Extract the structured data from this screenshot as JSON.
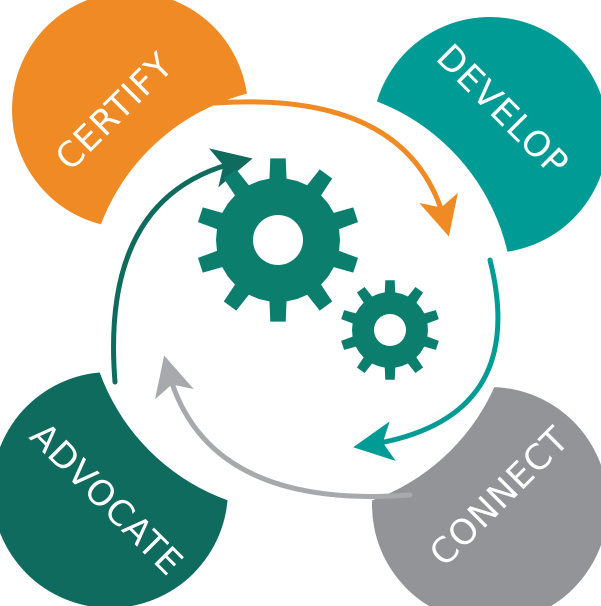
{
  "petals": {
    "certify": {
      "label": "CERTIFY",
      "color": "#F08A24"
    },
    "develop": {
      "label": "DEVELOP",
      "color": "#009B94"
    },
    "connect": {
      "label": "CONNECT",
      "color": "#929497"
    },
    "advocate": {
      "label": "ADVOCATE",
      "color": "#0F6B5E"
    }
  },
  "center": {
    "background": "#ffffff",
    "gear_color": "#0B7E6E",
    "gear_icon": "gear-icon"
  },
  "arrows": {
    "certify_to_develop": {
      "color": "#F08A24"
    },
    "develop_to_connect": {
      "color": "#009B94"
    },
    "connect_to_advocate": {
      "color": "#A7A9AC"
    },
    "advocate_to_certify": {
      "color": "#0F6B5E"
    }
  }
}
